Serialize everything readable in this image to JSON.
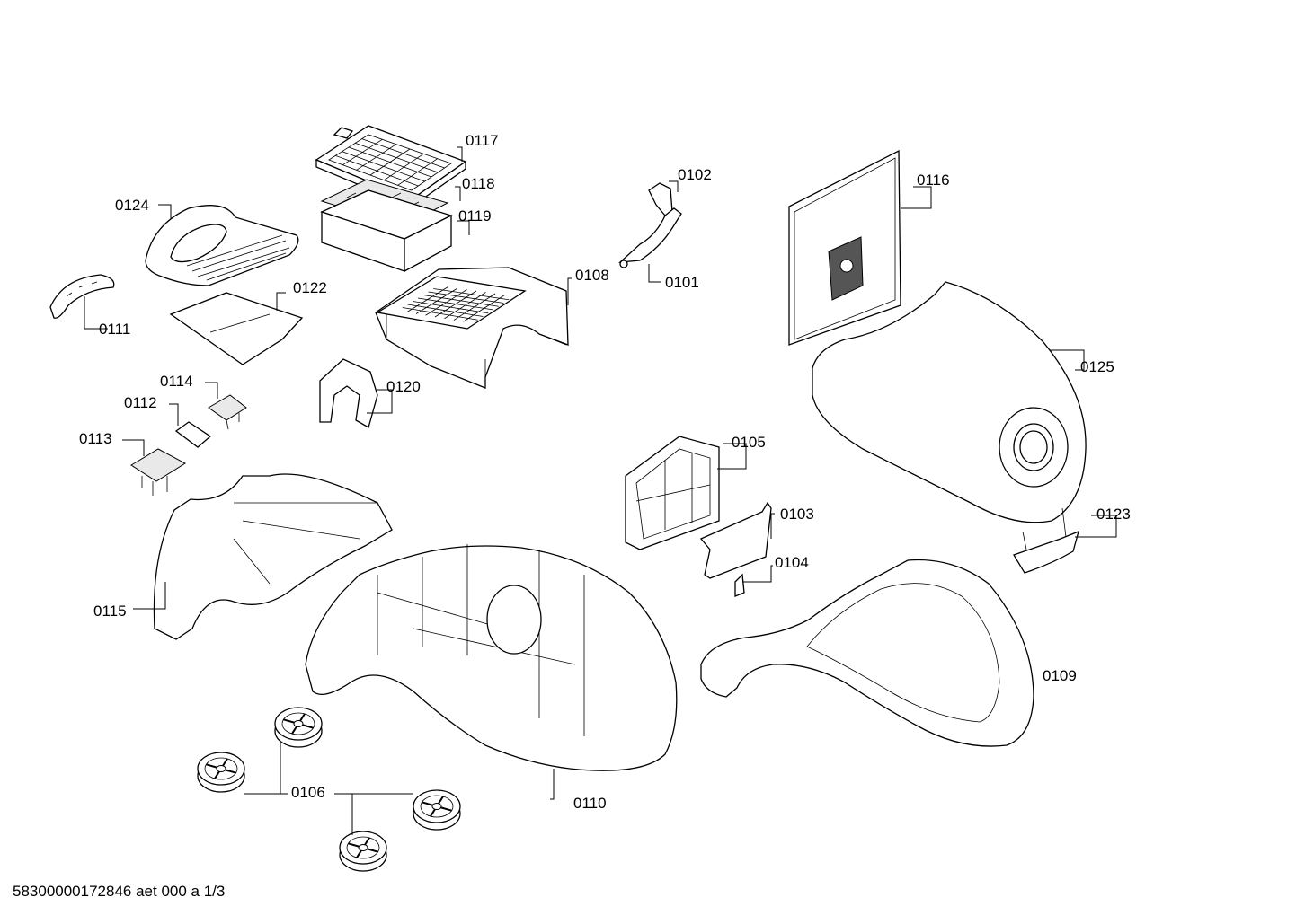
{
  "labels": {
    "p0101": "0101",
    "p0102": "0102",
    "p0103": "0103",
    "p0104": "0104",
    "p0105": "0105",
    "p0106": "0106",
    "p0108": "0108",
    "p0109": "0109",
    "p0110": "0110",
    "p0111": "0111",
    "p0112": "0112",
    "p0113": "0113",
    "p0114": "0114",
    "p0115": "0115",
    "p0116": "0116",
    "p0117": "0117",
    "p0118": "0118",
    "p0119": "0119",
    "p0120": "0120",
    "p0122": "0122",
    "p0123": "0123",
    "p0124": "0124",
    "p0125": "0125"
  },
  "footer": "58300000172846 aet 000 a 1/3"
}
